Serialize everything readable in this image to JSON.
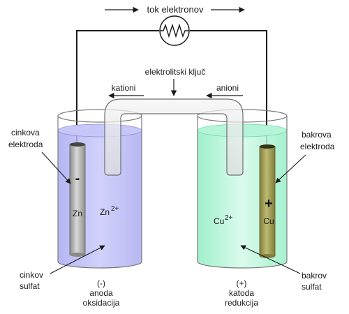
{
  "top_label": "tok elektronov",
  "salt_bridge_label": "elektrolitski ključ",
  "cations_label": "kationi",
  "anions_label": "anioni",
  "left": {
    "electrode_label_1": "cinkova",
    "electrode_label_2": "elektroda",
    "electrode_symbol": "Zn",
    "sign": "-",
    "ion_base": "Zn",
    "ion_charge": "2+",
    "solution_label_1": "cinkov",
    "solution_label_2": "sulfat",
    "role_sign": "(-)",
    "role_name": "anoda",
    "role_process": "oksidacija"
  },
  "right": {
    "electrode_label_1": "bakrova",
    "electrode_label_2": "elektroda",
    "electrode_symbol": "Cu",
    "sign": "+",
    "ion_base": "Cu",
    "ion_charge": "2+",
    "solution_label_1": "bakrov",
    "solution_label_2": "sulfat",
    "role_sign": "(+)",
    "role_name": "katoda",
    "role_process": "redukcija"
  },
  "colors": {
    "left_solution": "#b9b9f6",
    "right_solution": "#a9f2d2",
    "zinc_electrode": "#b5b5b5",
    "copper_electrode": "#a8a65a"
  }
}
